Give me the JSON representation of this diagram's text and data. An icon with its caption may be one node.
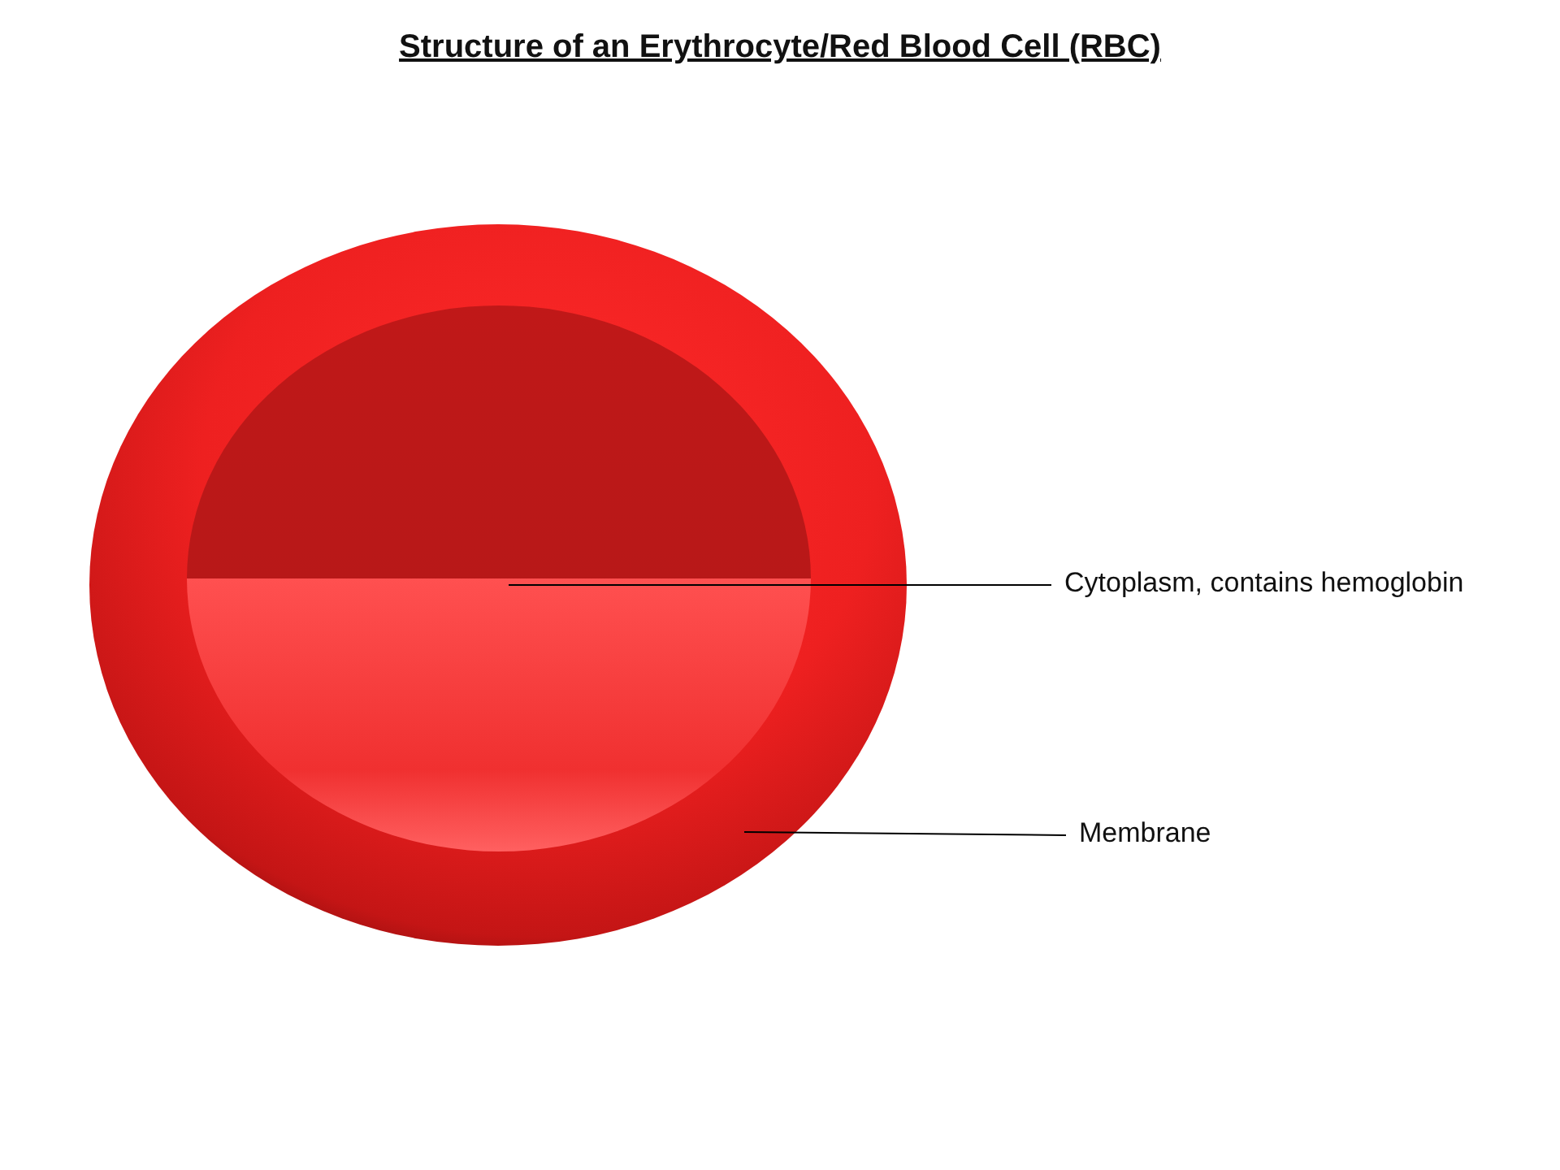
{
  "diagram": {
    "title": "Structure of an Erythrocyte/Red Blood Cell (RBC)",
    "nodes": [
      {
        "text": [],
        "shape": "circle"
      },
      {
        "text": [],
        "shape": "circle",
        "in": 0
      },
      {
        "text": [
          "Cytoplasm, contains hemoglobin"
        ]
      },
      {
        "text": [
          "Membrane"
        ]
      }
    ],
    "edges": [
      {
        "from": 2,
        "to": 1,
        "arrow": "none"
      },
      {
        "from": 3,
        "to": 0,
        "arrow": "none"
      }
    ]
  }
}
